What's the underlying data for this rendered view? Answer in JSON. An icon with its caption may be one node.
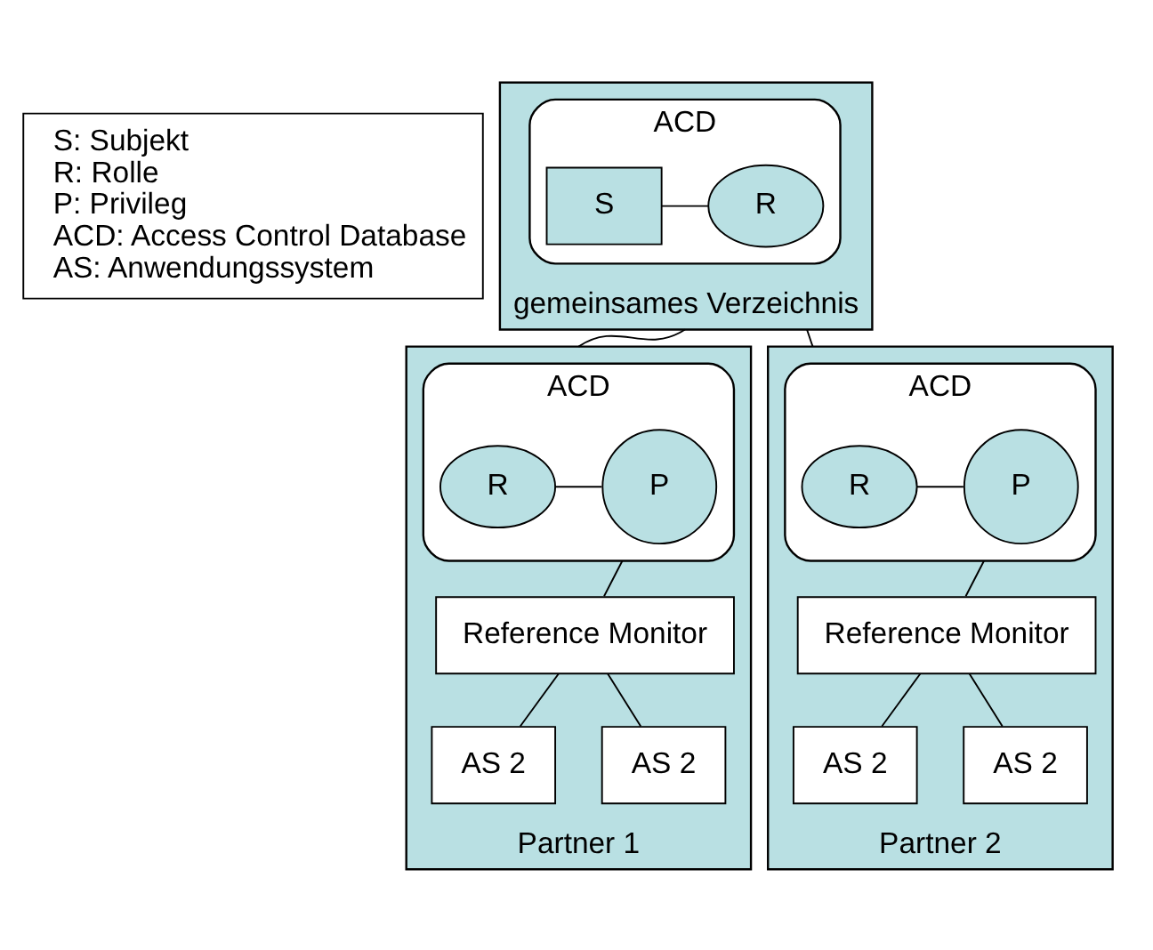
{
  "diagram": {
    "nodes": [
      {
        "text": [
          "S: Subjekt",
          "R: Rolle",
          "P: Privileg",
          "ACD: Access Control Database",
          "AS: Anwendungssystem"
        ]
      },
      {
        "text": [],
        "shape": "box",
        "beside": [
          "gemeinsames Verzeichnis"
        ]
      },
      {
        "text": [
          "ACD"
        ],
        "in": 1
      },
      {
        "text": [
          "S"
        ],
        "in": 2
      },
      {
        "text": [
          "R"
        ],
        "in": 2
      },
      {
        "text": [],
        "shape": "box",
        "beside": [
          "Partner 1"
        ]
      },
      {
        "text": [
          "ACD"
        ],
        "in": 5
      },
      {
        "text": [
          "R"
        ],
        "in": 6
      },
      {
        "text": [
          "P"
        ],
        "in": 6
      },
      {
        "text": [
          "Reference Monitor"
        ],
        "in": 5
      },
      {
        "text": [
          "AS 2"
        ],
        "in": 5
      },
      {
        "text": [
          "AS 2"
        ],
        "in": 5
      },
      {
        "text": [],
        "shape": "box",
        "beside": [
          "Partner 2"
        ]
      },
      {
        "text": [
          "ACD"
        ],
        "in": 12
      },
      {
        "text": [
          "R"
        ],
        "in": 13
      },
      {
        "text": [
          "P"
        ],
        "in": 13
      },
      {
        "text": [
          "Reference Monitor"
        ],
        "in": 12
      },
      {
        "text": [
          "AS 2"
        ],
        "in": 12
      },
      {
        "text": [
          "AS 2"
        ],
        "in": 12
      }
    ],
    "edges": [
      {
        "from": 3,
        "to": 4,
        "arrow": "none"
      },
      {
        "from": 1,
        "to": 5,
        "arrow": "none"
      },
      {
        "from": 1,
        "to": 12,
        "arrow": "none"
      },
      {
        "from": 7,
        "to": 8,
        "arrow": "none"
      },
      {
        "from": 6,
        "to": 9,
        "arrow": "none"
      },
      {
        "from": 9,
        "to": 10,
        "arrow": "none"
      },
      {
        "from": 9,
        "to": 11,
        "arrow": "none"
      },
      {
        "from": 14,
        "to": 15,
        "arrow": "none"
      },
      {
        "from": 13,
        "to": 16,
        "arrow": "none"
      },
      {
        "from": 16,
        "to": 17,
        "arrow": "none"
      },
      {
        "from": 16,
        "to": 18,
        "arrow": "none"
      }
    ]
  }
}
